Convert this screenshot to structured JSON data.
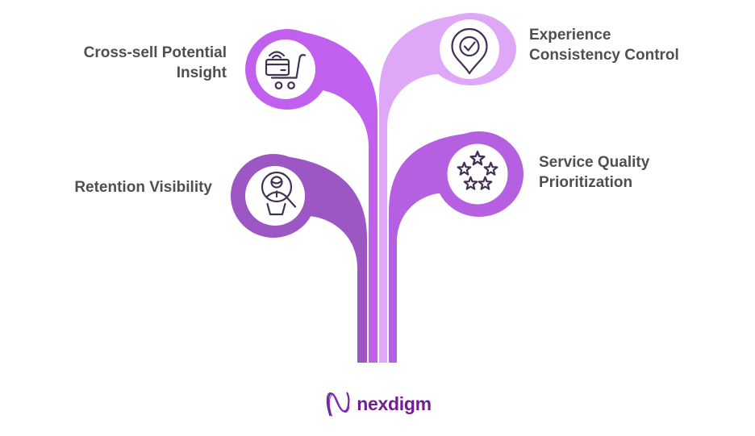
{
  "diagram": {
    "type": "tree-infographic",
    "background": "#ffffff",
    "text_color": "#4f4f4f",
    "icon_stroke": "#443052",
    "branches": [
      {
        "id": "cross-sell",
        "position": "top-left",
        "label_line1": "Cross-sell Potential",
        "label_line2": "Insight",
        "icon": "contactless-card-cart-icon",
        "color": "#c160ef"
      },
      {
        "id": "experience",
        "position": "top-right",
        "label_line1": "Experience",
        "label_line2": "Consistency Control",
        "icon": "location-pin-check-icon",
        "color": "#dfa8f7"
      },
      {
        "id": "retention",
        "position": "middle-left",
        "label_line1": "Retention Visibility",
        "label_line2": "",
        "icon": "person-magnifier-icon",
        "color": "#9c57c5"
      },
      {
        "id": "service",
        "position": "middle-right",
        "label_line1": "Service Quality",
        "label_line2": "Prioritization",
        "icon": "five-stars-icon",
        "color": "#b55fe1"
      }
    ],
    "logo": {
      "text": "nexdigm",
      "mark": "nexdigm-wave-mark",
      "color": "#701f8e"
    }
  }
}
